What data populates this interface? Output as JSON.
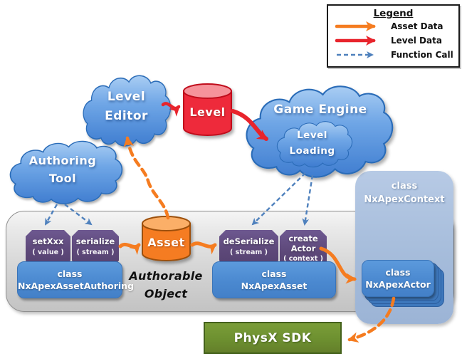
{
  "legend": {
    "title": "Legend",
    "items": [
      {
        "label": "Asset Data",
        "arrow": "asset-data-arrow"
      },
      {
        "label": "Level Data",
        "arrow": "level-data-arrow"
      },
      {
        "label": "Function Call",
        "arrow": "function-call-arrow"
      }
    ]
  },
  "clouds": {
    "authoring_tool": {
      "lines": [
        "Authoring",
        "Tool"
      ]
    },
    "level_editor": {
      "lines": [
        "Level",
        "Editor"
      ]
    },
    "game_engine": {
      "label": "Game Engine"
    },
    "level_loading": {
      "lines": [
        "Level",
        "Loading"
      ]
    }
  },
  "cylinders": {
    "level": {
      "label": "Level"
    },
    "asset": {
      "label": "Asset"
    }
  },
  "methods": {
    "set_xxx": {
      "title": "setXxx",
      "param": "( value )"
    },
    "serialize": {
      "title": "serialize",
      "param": "( stream )"
    },
    "deserialize": {
      "title": "deSerialize",
      "param": "( stream )"
    },
    "create_actor": {
      "title_lines": [
        "create",
        "Actor"
      ],
      "param": "( context )"
    }
  },
  "classes": {
    "asset_authoring": {
      "lines": [
        "class",
        "NxApexAssetAuthoring"
      ]
    },
    "asset": {
      "lines": [
        "class",
        "NxApexAsset"
      ]
    },
    "actor": {
      "lines": [
        "class",
        "NxApexActor"
      ]
    },
    "context": {
      "lines": [
        "class",
        "NxApexContext"
      ]
    }
  },
  "labels": {
    "authorable_object": {
      "lines": [
        "Authorable",
        "Object"
      ]
    }
  },
  "physx": {
    "label": "PhysX SDK"
  },
  "colors": {
    "asset_data_orange": "#F57C20",
    "level_data_red": "#E8242C",
    "function_call_blue": "#4F81BD",
    "cloud_blue": "#4E8BD8",
    "method_purple": "#5D4879",
    "class_blue": "#4B89D0",
    "context_light_blue": "#A4BBDA",
    "physx_green": "#6D9030",
    "container_gray": "#D6D6D6"
  }
}
